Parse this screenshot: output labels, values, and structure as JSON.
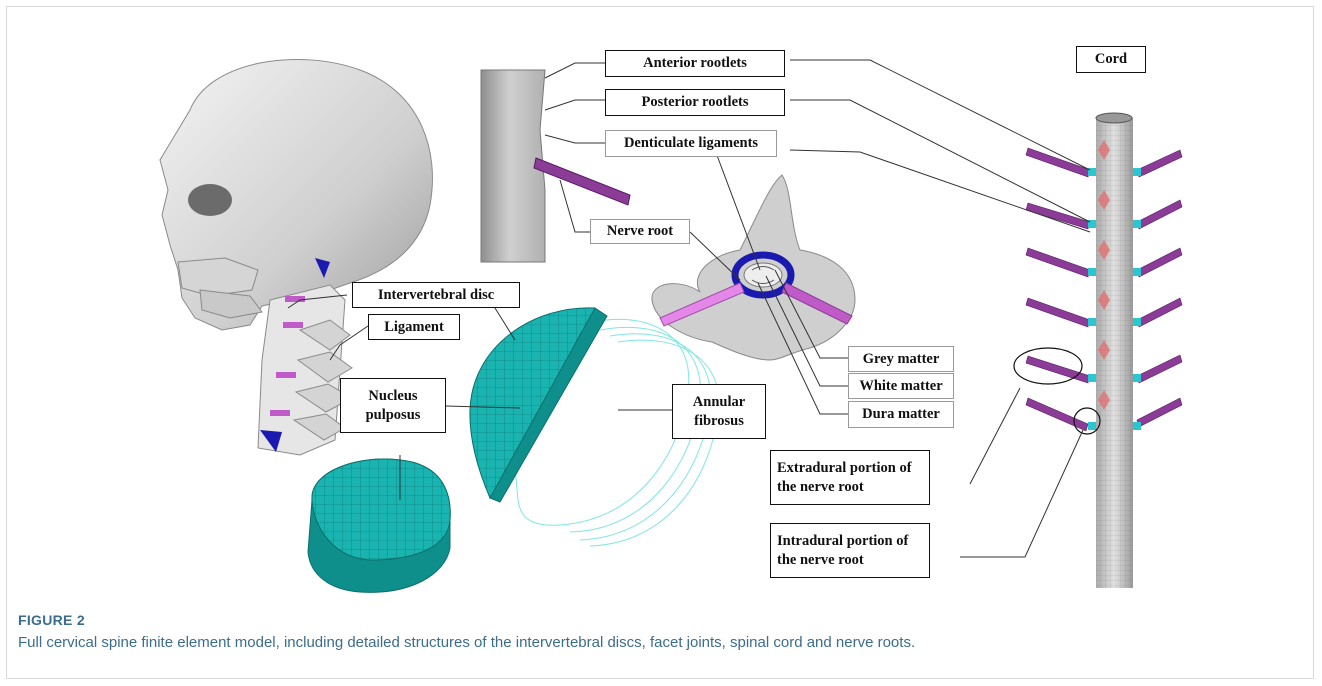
{
  "labels": {
    "anterior_rootlets": "Anterior rootlets",
    "posterior_rootlets": "Posterior rootlets",
    "denticulate_ligaments": "Denticulate ligaments",
    "nerve_root": "Nerve root",
    "intervertebral_disc": "Intervertebral disc",
    "ligament": "Ligament",
    "nucleus_pulposus": "Nucleus pulposus",
    "annular_fibrosus": "Annular fibrosus",
    "grey_matter": "Grey matter",
    "white_matter": "White matter",
    "dura_matter": "Dura matter",
    "cord": "Cord",
    "extradural_portion": "Extradural portion of the nerve root",
    "intradural_portion": "Intradural portion of the nerve root"
  },
  "caption": {
    "title": "FIGURE 2",
    "text": "Full cervical spine finite element model, including detailed structures of the intervertebral discs, facet joints, spinal cord and nerve roots."
  },
  "colors": {
    "mesh_teal": "#19b3b0",
    "nerve_purple": "#8a3c96",
    "vertebra_grey": "#cfcfcf",
    "bone_grey": "#d7d7d7",
    "dura_blue": "#1a1ab0",
    "caption_blue": "#3b6d8c"
  }
}
